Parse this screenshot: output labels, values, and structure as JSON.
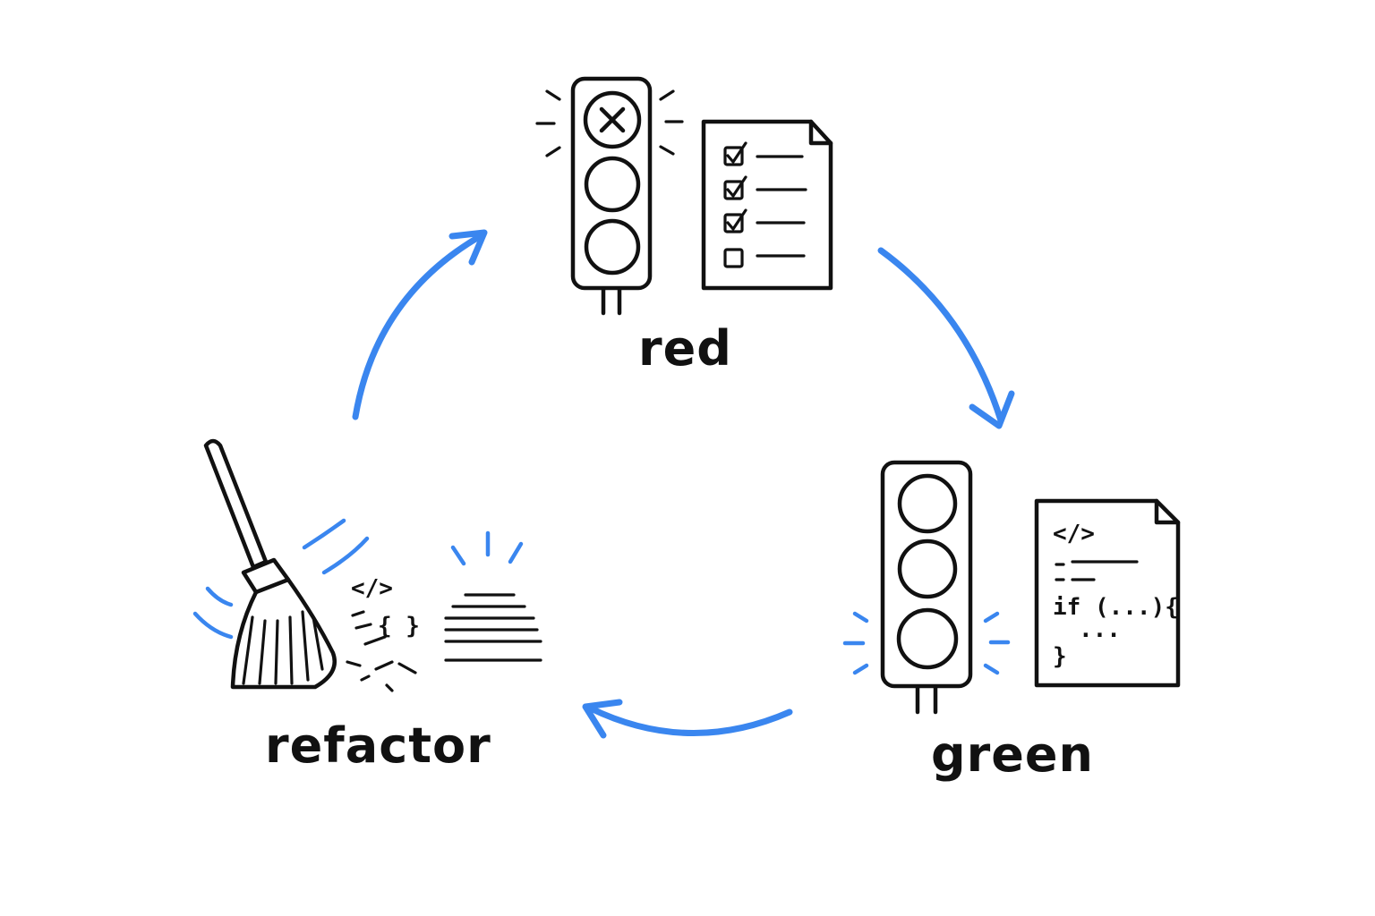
{
  "colors": {
    "accent": "#3a86ef",
    "accent_light": "#8fb4f4",
    "ink": "#111111",
    "background": "#ffffff"
  },
  "stages": {
    "red": {
      "label": "red",
      "icons": [
        "traffic-light-icon",
        "x-icon",
        "test-checklist-icon"
      ]
    },
    "green": {
      "label": "green",
      "icons": [
        "traffic-light-icon",
        "check-icon",
        "code-document-icon"
      ]
    },
    "refactor": {
      "label": "refactor",
      "icons": [
        "broom-icon",
        "scattered-code-icon",
        "tidy-lines-icon"
      ]
    }
  },
  "code_doc": {
    "tag": "</>",
    "line_if": "if (...){",
    "line_dots": "...",
    "line_close": "}"
  },
  "refactor_debris": {
    "tag": "</>",
    "braces": "{ }"
  },
  "cycle_arrows": [
    "arrow-red-to-green",
    "arrow-green-to-refactor",
    "arrow-refactor-to-red"
  ]
}
